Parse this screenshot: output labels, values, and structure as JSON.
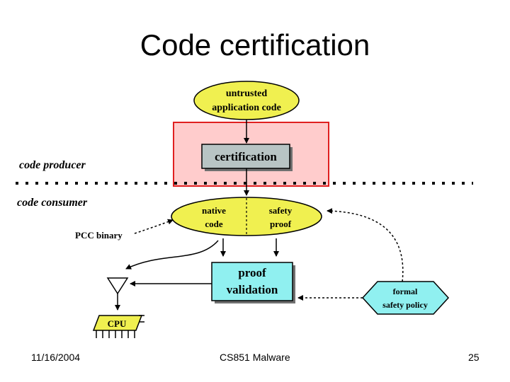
{
  "slide": {
    "title": "Code certification",
    "footer_left": "11/16/2004",
    "footer_center": "CS851 Malware",
    "footer_right": "25"
  },
  "diagram": {
    "untrusted_line1": "untrusted",
    "untrusted_line2": "application code",
    "certification": "certification",
    "producer_label": "code producer",
    "consumer_label": "code consumer",
    "native_line1": "native",
    "native_line2": "code",
    "safety_line1": "safety",
    "safety_line2": "proof",
    "pcc_binary": "PCC binary",
    "proof_line1": "proof",
    "proof_line2": "validation",
    "policy_line1": "formal",
    "policy_line2": "safety policy",
    "cpu": "CPU"
  },
  "colors": {
    "highlight_fill": "#ffcccc",
    "highlight_border": "#e02020",
    "yellow": "#f0f050",
    "cyan": "#90f0f0",
    "gray_box": "#b8c4c4"
  }
}
